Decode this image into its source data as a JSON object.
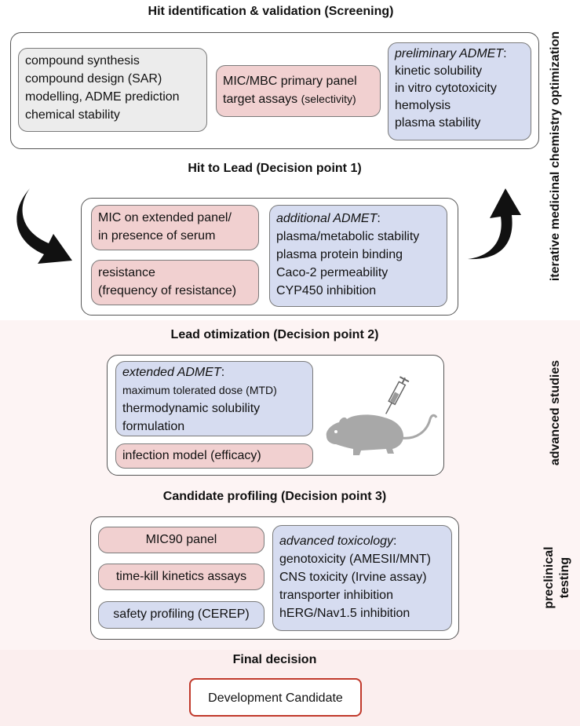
{
  "stages": {
    "screening": {
      "title": "Hit identification & validation (Screening)",
      "synthesis_box": [
        "compound synthesis",
        "compound design (SAR)",
        "modelling, ADME prediction",
        "chemical stability"
      ],
      "assay_box": {
        "line1": "MIC/MBC primary panel",
        "line2a": "target assays ",
        "line2b": "(selectivity)"
      },
      "admet_box": {
        "title": "preliminary ADMET",
        "colon": ":",
        "items": [
          "kinetic solubility",
          "in vitro cytotoxicity",
          "hemolysis",
          "plasma stability"
        ]
      }
    },
    "hit_to_lead": {
      "title": "Hit to Lead (Decision point 1)",
      "mic_box": [
        "MIC on extended panel/",
        "in presence of serum"
      ],
      "resistance_box": [
        "resistance",
        "(frequency of resistance)"
      ],
      "admet_box": {
        "title": "additional ADMET",
        "colon": ":",
        "items": [
          "plasma/metabolic stability",
          "plasma protein binding",
          "Caco-2 permeability",
          "CYP450 inhibition"
        ]
      }
    },
    "lead_opt": {
      "title": "Lead otimization (Decision point 2)",
      "admet_box": {
        "title": "extended ADMET",
        "colon": ":",
        "mtd": "maximum tolerated dose (MTD)",
        "items": [
          "thermodynamic solubility",
          "formulation"
        ]
      },
      "infection_box": "infection model (efficacy)"
    },
    "candidate": {
      "title": "Candidate profiling (Decision point 3)",
      "mic90": "MIC90 panel",
      "timekill": "time-kill kinetics assays",
      "safety": "safety profiling (CEREP)",
      "tox_box": {
        "title": "advanced toxicology",
        "colon": ":",
        "items": [
          "genotoxicity (AMESII/MNT)",
          "CNS toxicity (Irvine assay)",
          "transporter inhibition",
          "hERG/Nav1.5 inhibition"
        ]
      }
    },
    "final": {
      "title": "Final decision",
      "candidate_label": "Development Candidate"
    }
  },
  "side_labels": {
    "iterative": "iterative medicinal chemistry optimization",
    "advanced": "advanced studies",
    "preclinical_line1": "preclinical",
    "preclinical_line2": "testing"
  },
  "colors": {
    "gray_box": "#ececec",
    "pink_box": "#f1d0d0",
    "blue_box": "#d6dcf0",
    "lower_band": "#fdf3f3",
    "final_border": "#c0392b",
    "arrow": "#111111",
    "mouse": "#a8a8a8"
  },
  "icons": [
    "curved-arrow-down-icon",
    "curved-arrow-up-icon",
    "mouse-icon",
    "syringe-icon"
  ]
}
